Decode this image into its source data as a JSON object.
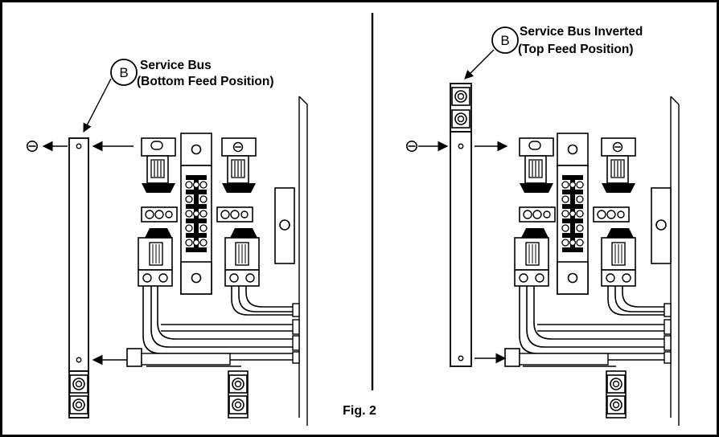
{
  "figure": {
    "caption": "Fig. 2",
    "left_panel": {
      "callout_letter": "B",
      "callout_line1": "Service Bus",
      "callout_line2": "(Bottom Feed Position)"
    },
    "right_panel": {
      "callout_letter": "B",
      "callout_line1": "Service Bus Inverted",
      "callout_line2": "(Top Feed Position)"
    }
  },
  "colors": {
    "ink": "#000000",
    "paper": "#ffffff",
    "frame": "#000000"
  }
}
